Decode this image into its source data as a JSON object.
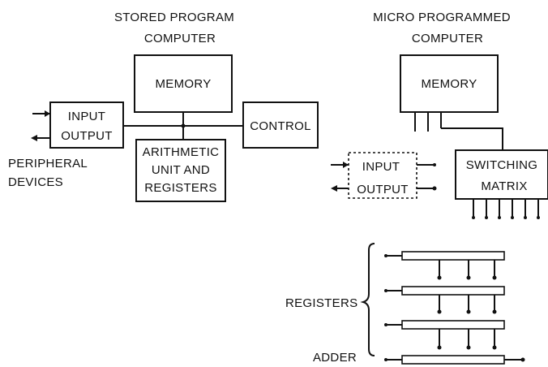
{
  "stored": {
    "title_line1": "STORED PROGRAM",
    "title_line2": "COMPUTER",
    "memory": "MEMORY",
    "input": "INPUT",
    "output": "OUTPUT",
    "control": "CONTROL",
    "alu_line1": "ARITHMETIC",
    "alu_line2": "UNIT AND",
    "alu_line3": "REGISTERS",
    "peripheral_line1": "PERIPHERAL",
    "peripheral_line2": "DEVICES"
  },
  "micro": {
    "title_line1": "MICRO PROGRAMMED",
    "title_line2": "COMPUTER",
    "memory": "MEMORY",
    "input": "INPUT",
    "output": "OUTPUT",
    "switching_line1": "SWITCHING",
    "switching_line2": "MATRIX",
    "registers_label": "REGISTERS",
    "adder_label": "ADDER"
  }
}
